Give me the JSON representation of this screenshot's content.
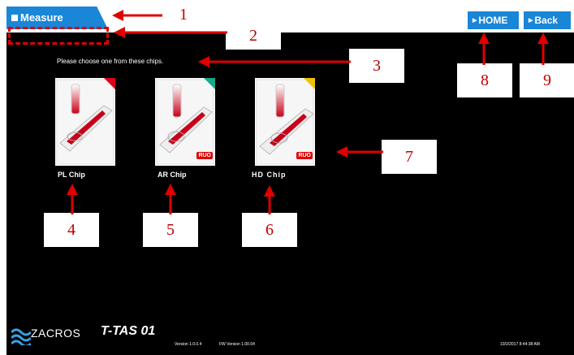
{
  "header": {
    "title": "Measure",
    "home_label": "HOME",
    "back_label": "Back"
  },
  "instruction": "Please choose one from these chips.",
  "chips": [
    {
      "label": "PL Chip",
      "badge": "",
      "corner_color": "#e0001a"
    },
    {
      "label": "AR Chip",
      "badge": "RUO",
      "corner_color": "#1aa88a"
    },
    {
      "label": "HD Chip",
      "badge": "RUO",
      "corner_color": "#f0c000"
    }
  ],
  "callouts": [
    "1",
    "2",
    "3",
    "4",
    "5",
    "6",
    "7",
    "8",
    "9"
  ],
  "footer": {
    "brand": "ZACROS",
    "product": "T-TAS 01",
    "version": "Version 1.0.0.4",
    "fw_version": "FW Version 1.00.04",
    "datetime": "10/2/2017 8:44:38 AM"
  },
  "colors": {
    "accent": "#1a86d8",
    "annotation": "#e00000"
  }
}
